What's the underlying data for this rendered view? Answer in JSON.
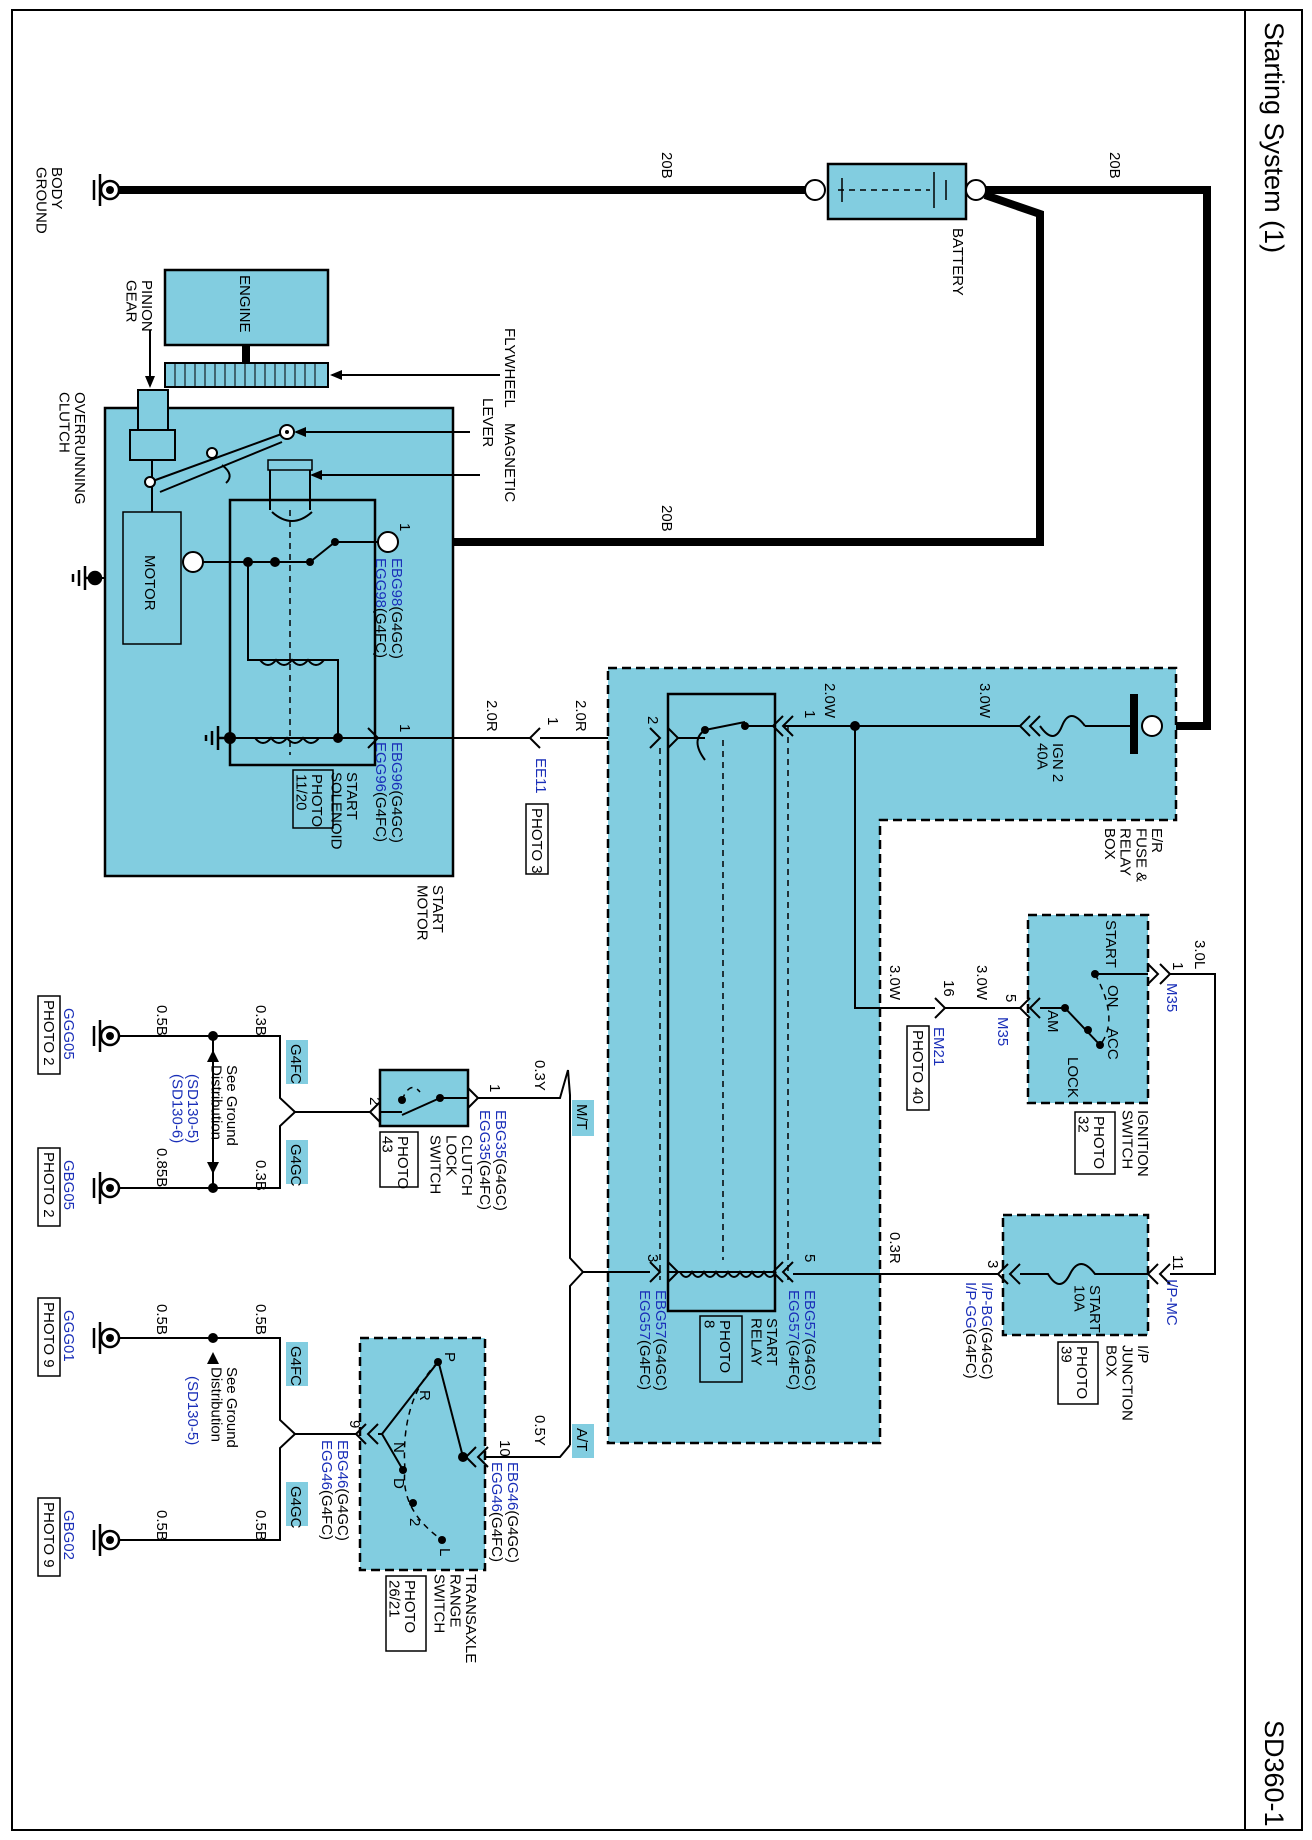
{
  "header": {
    "title": "Starting System (1)",
    "code": "SD360-1"
  },
  "wires": {
    "battery_ground": "20B",
    "battery_fuse": "20B",
    "battery_motor": "20B",
    "fuse_out": "3.0W",
    "relay_feed": "2.0W",
    "relay_to_solenoid_a": "2.0R",
    "relay_to_solenoid_b": "2.0R",
    "to_ignition": "3.0W",
    "to_ignition_b": "3.0W",
    "ignition_out": "3.0L",
    "junction_to_relay": "0.3R",
    "relay_to_mt": "0.3Y",
    "relay_to_at": "0.5Y",
    "clutch_g4fc": "0.3B",
    "clutch_g4gc": "0.3B",
    "ground_ggg05": "0.5B",
    "ground_gbg05": "0.85B",
    "tr_g4fc": "0.5B",
    "tr_g4gc": "0.5B",
    "ground_ggg01": "0.5B",
    "ground_gbg02": "0.5B"
  },
  "components": {
    "battery": "BATTERY",
    "body_ground": "BODY\nGROUND",
    "engine": "ENGINE",
    "pinion_gear": "PINION\nGEAR",
    "flywheel": "FLYWHEEL",
    "magnetic": "MAGNETIC",
    "lever": "LEVER",
    "overrunning_clutch": "OVERRUNNING\nCLUTCH",
    "motor": "MOTOR",
    "start_solenoid": "START\nSOLENOID",
    "start_motor": "START\nMOTOR",
    "photo_solenoid": "PHOTO\n11/20",
    "fuse_box": "E/R\nFUSE &\nRELAY\nBOX",
    "ign2_fuse": "IGN 2\n40A",
    "start_relay": "START\nRELAY",
    "photo_relay": "PHOTO\n8",
    "ignition_switch": "IGNITION\nSWITCH",
    "photo_ignition": "PHOTO\n32",
    "sw_start": "START",
    "sw_on": "ON",
    "sw_acc": "ACC",
    "sw_am": "AM",
    "sw_lock": "LOCK",
    "junction_box": "I/P\nJUNCTION\nBOX",
    "photo_junction": "PHOTO\n39",
    "start_fuse": "START\n10A",
    "clutch_switch": "CLUTCH\nLOCK\nSWITCH",
    "photo_clutch": "PHOTO\n43",
    "transaxle_switch": "TRANSAXLE\nRANGE\nSWITCH",
    "photo_transaxle": "PHOTO\n26/21",
    "tr_p": "P",
    "tr_r": "R",
    "tr_n": "N",
    "tr_d": "D",
    "tr_2": "2",
    "tr_l": "L",
    "mt": "M/T",
    "at": "A/T",
    "g4fc_a": "G4FC",
    "g4gc_a": "G4GC",
    "g4fc_b": "G4FC",
    "g4gc_b": "G4GC",
    "see_ground_1": "See Ground\nDistribution",
    "see_ground_1_refs": "(SD130-5)\n(SD130-6)",
    "see_ground_2": "See Ground\nDistribution",
    "see_ground_2_refs": "(SD130-5)"
  },
  "connectors": {
    "ebg98": "EBG98",
    "egg98": "EGG98",
    "g4gc_1": "(G4GC)",
    "g4fc_1": "(G4FC)",
    "ebg96": "EBG96",
    "egg96": "EGG96",
    "g4gc_2": "(G4GC)",
    "g4fc_2": "(G4FC)",
    "ee11": "EE11",
    "photo_ee11": "PHOTO 3",
    "em21": "EM21",
    "photo_em21": "PHOTO 40",
    "m35a": "M35",
    "m35b": "M35",
    "ipmc": "I/P-MC",
    "ipbg": "I/P-BG",
    "ipgg": "I/P-GG",
    "g4gc_3": "(G4GC)",
    "g4fc_3": "(G4FC)",
    "ebg57": "EBG57",
    "egg57": "EGG57",
    "g4gc_4": "(G4GC)",
    "g4fc_4": "(G4FC)",
    "ebg57b": "EBG57",
    "egg57b": "EGG57",
    "g4gc_5": "(G4GC)",
    "g4fc_5": "(G4FC)",
    "ebg35": "EBG35",
    "egg35": "EGG35",
    "g4gc_6": "(G4GC)",
    "g4fc_6": "(G4FC)",
    "ebg46a": "EBG46",
    "egg46a": "EGG46",
    "g4gc_7": "(G4GC)",
    "g4fc_7": "(G4FC)",
    "ebg46b": "EBG46",
    "egg46b": "EGG46",
    "g4gc_8": "(G4GC)",
    "g4fc_8": "(G4FC)",
    "ggg05": "GGG05",
    "photo_ggg05": "PHOTO 2",
    "gbg05": "GBG05",
    "photo_gbg05": "PHOTO 2",
    "ggg01": "GGG01",
    "photo_ggg01": "PHOTO 9",
    "gbg02": "GBG02",
    "photo_gbg02": "PHOTO 9"
  },
  "pins": {
    "p1a": "1",
    "p1b": "1",
    "p1c": "1",
    "p2a": "2",
    "p1d": "1",
    "p16": "16",
    "p5a": "5",
    "p1e": "1",
    "p11": "11",
    "p3a": "3",
    "p3b": "3",
    "p5b": "5",
    "p1f": "1",
    "p2b": "2",
    "p10": "10",
    "p9": "9"
  }
}
